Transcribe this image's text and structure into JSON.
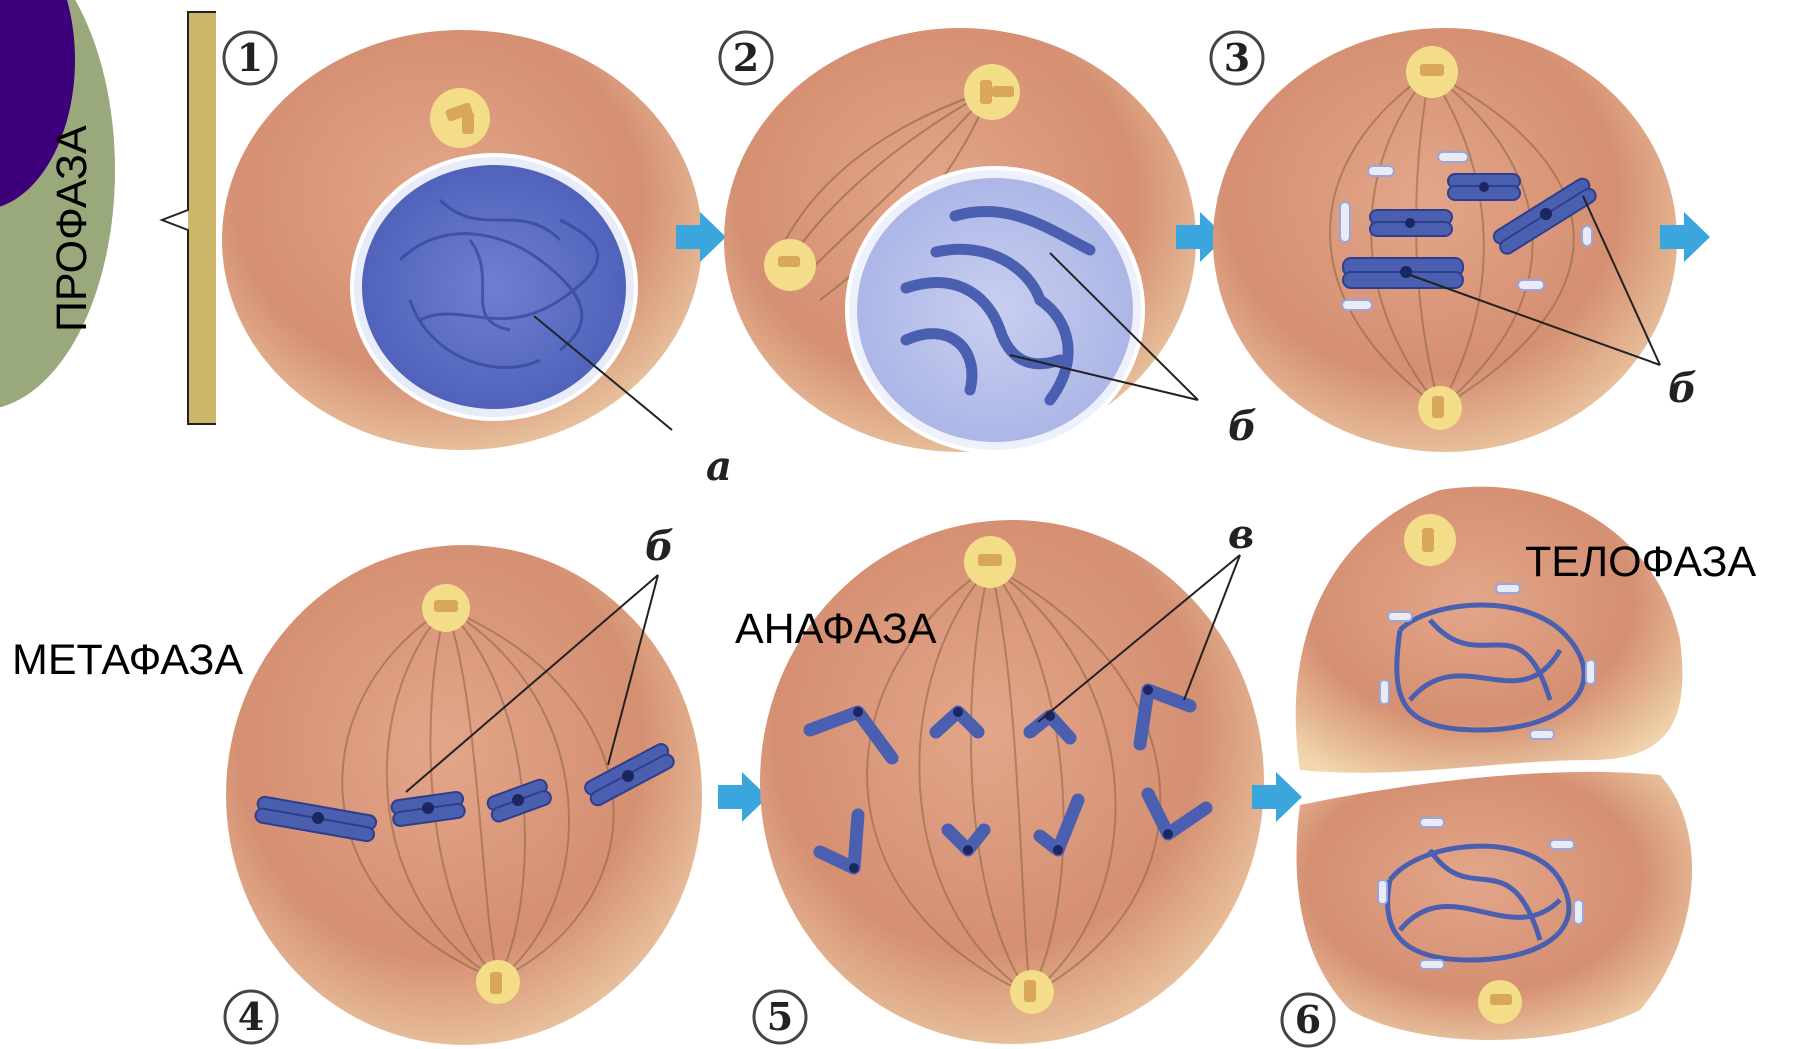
{
  "labels": {
    "prophase": "ПРОФАЗА",
    "metaphase": "МЕТАФАЗА",
    "anaphase": "АНАФАЗА",
    "telophase": "ТЕЛОФАЗА"
  },
  "stages": [
    "1",
    "2",
    "3",
    "4",
    "5",
    "6"
  ],
  "letters": {
    "nucleus_chromatin": "а",
    "chromosomes_2": "б",
    "chromosomes_3": "б",
    "chromosomes_4": "б",
    "chromatids_5": "в"
  },
  "colors": {
    "cell_fill": "#d9987a",
    "cell_light": "#f0d7b0",
    "chromosome": "#4a5fb0",
    "nucleus": "#6f7fd0",
    "arrow": "#3aa6dd",
    "bracket": "#cbb66a",
    "corner_purple": "#3d007a",
    "corner_green": "#9aa97c",
    "spindle": "#8a6540"
  }
}
